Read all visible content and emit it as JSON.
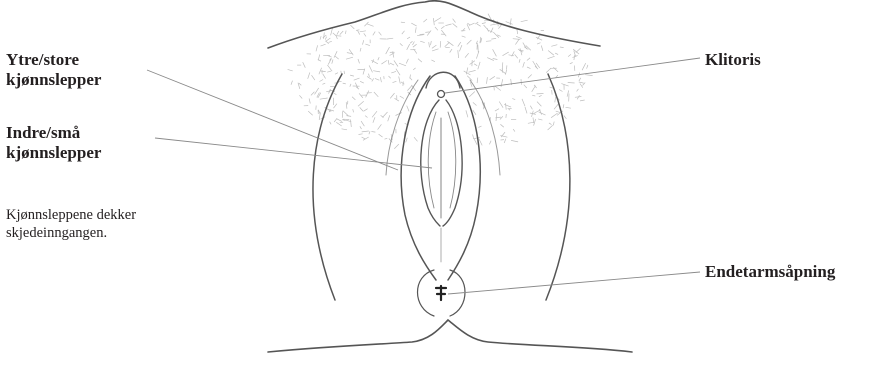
{
  "labels": {
    "outer_labia": [
      "Ytre/store",
      "kjønnslepper"
    ],
    "inner_labia": [
      "Indre/små",
      "kjønnslepper"
    ],
    "clitoris": "Klitoris",
    "anus": "Endetarmsåpning"
  },
  "caption": [
    "Kjønnsleppene dekker",
    "skjedeinngangen."
  ],
  "colors": {
    "text": "#231f20",
    "line": "#8a8a8a",
    "outline": "#555555",
    "hair": "#bdbdbd"
  }
}
